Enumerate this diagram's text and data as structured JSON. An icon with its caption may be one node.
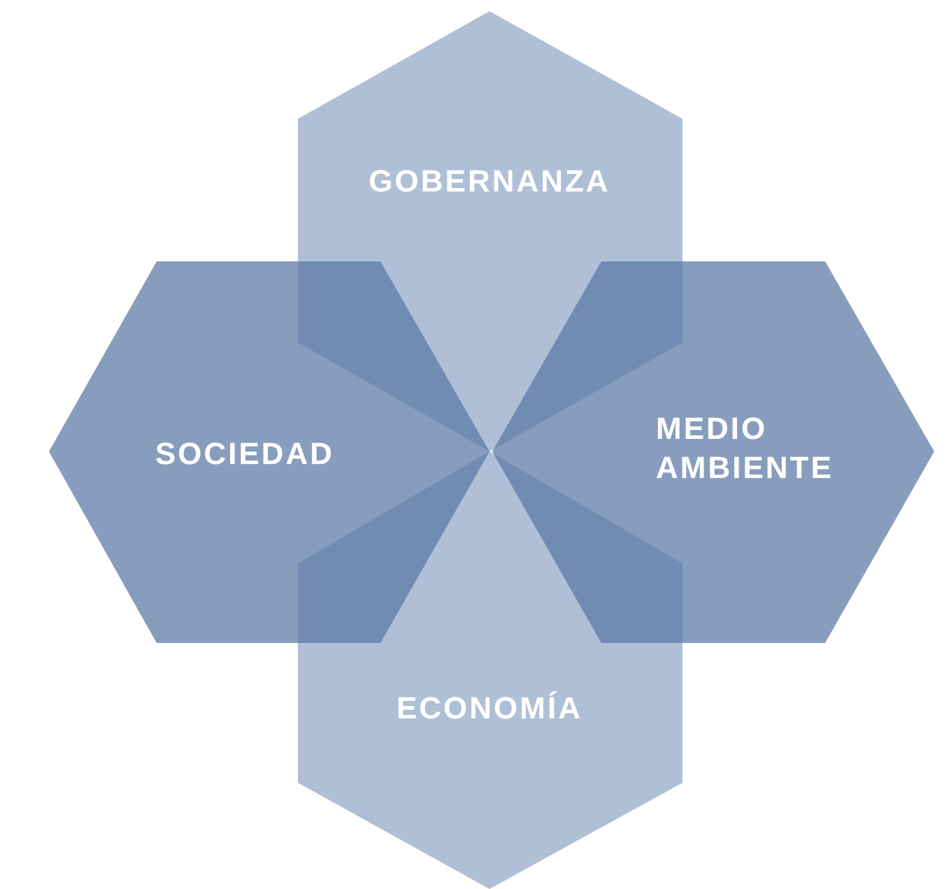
{
  "diagram": {
    "nodes": [
      {
        "text": [
          "GOBERNANZA"
        ]
      },
      {
        "text": [
          "SOCIEDAD"
        ]
      },
      {
        "text": [
          "MEDIO AMBIENTE"
        ]
      },
      {
        "text": [
          "ECONOMÍA"
        ]
      }
    ]
  }
}
